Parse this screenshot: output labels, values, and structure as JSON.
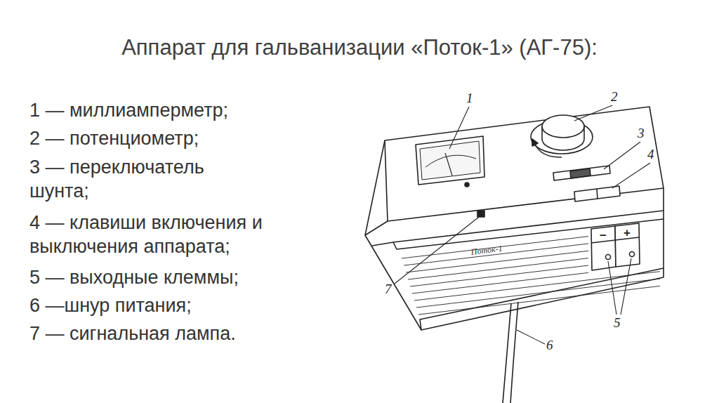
{
  "diagram": {
    "title": "Аппарат для гальванизации «Поток-1» (АГ-75):",
    "labels": [
      "1 — миллиамперметр;",
      "2 — потенциометр;",
      "3 — переключатель шунта;",
      "4 — клавиши включения и выключения аппарата;",
      "5 — выходные клеммы;",
      "6 —шнур питания;",
      "7 — сигнальная лампа.",
      "1",
      "2",
      "3",
      "4",
      "5",
      "6",
      "7",
      "−",
      "+",
      "Поток-1"
    ]
  }
}
